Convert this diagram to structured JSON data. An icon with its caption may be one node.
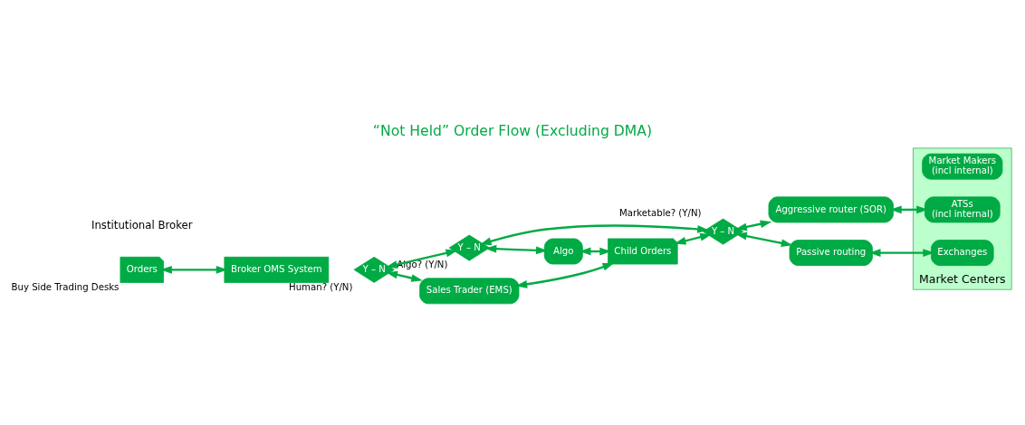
{
  "diagram": {
    "title": "“Not Held” Order Flow (Excluding DMA)",
    "nodes": [
      {
        "text": [
          "Orders"
        ],
        "beside": [
          "Buy Side Trading Desks"
        ]
      },
      {
        "text": [
          "Broker OMS System"
        ]
      },
      {
        "text": [
          "Y – N"
        ],
        "beside": [
          "Human? (Y/N)"
        ]
      },
      {
        "text": [
          "Y – N"
        ],
        "beside": [
          "Algo? (Y/N)"
        ]
      },
      {
        "text": [
          "Sales Trader (EMS)"
        ]
      },
      {
        "text": [
          "Algo"
        ]
      },
      {
        "text": [
          "Child Orders"
        ]
      },
      {
        "text": [
          "Y – N"
        ],
        "beside": [
          "Marketable? (Y/N)"
        ]
      },
      {
        "text": [
          "Aggressive router (SOR)"
        ]
      },
      {
        "text": [
          "Passive routing"
        ]
      },
      {
        "text": [
          "Market Centers"
        ]
      },
      {
        "text": [
          "Market Makers",
          "(incl internal)"
        ],
        "in": 10
      },
      {
        "text": [
          "ATSs",
          "(incl internal)"
        ],
        "in": 10
      },
      {
        "text": [
          "Exchanges"
        ],
        "in": 10
      }
    ],
    "edges": [
      {
        "from": 0,
        "to": 1,
        "arrow": "both"
      },
      {
        "from": 2,
        "to": 4,
        "arrow": "both"
      },
      {
        "from": 2,
        "to": 3,
        "arrow": "both"
      },
      {
        "from": 3,
        "to": 5,
        "arrow": "both"
      },
      {
        "from": 3,
        "to": 7,
        "arrow": "both"
      },
      {
        "from": 4,
        "to": 6,
        "arrow": "both"
      },
      {
        "from": 5,
        "to": 6,
        "arrow": "both"
      },
      {
        "from": 6,
        "to": 7,
        "arrow": "both"
      },
      {
        "from": 7,
        "to": 8,
        "arrow": "both"
      },
      {
        "from": 7,
        "to": 9,
        "arrow": "both"
      },
      {
        "from": 8,
        "to": 12,
        "arrow": "both"
      },
      {
        "from": 9,
        "to": 13,
        "arrow": "both"
      }
    ],
    "labels": [
      "Institutional Broker"
    ]
  }
}
